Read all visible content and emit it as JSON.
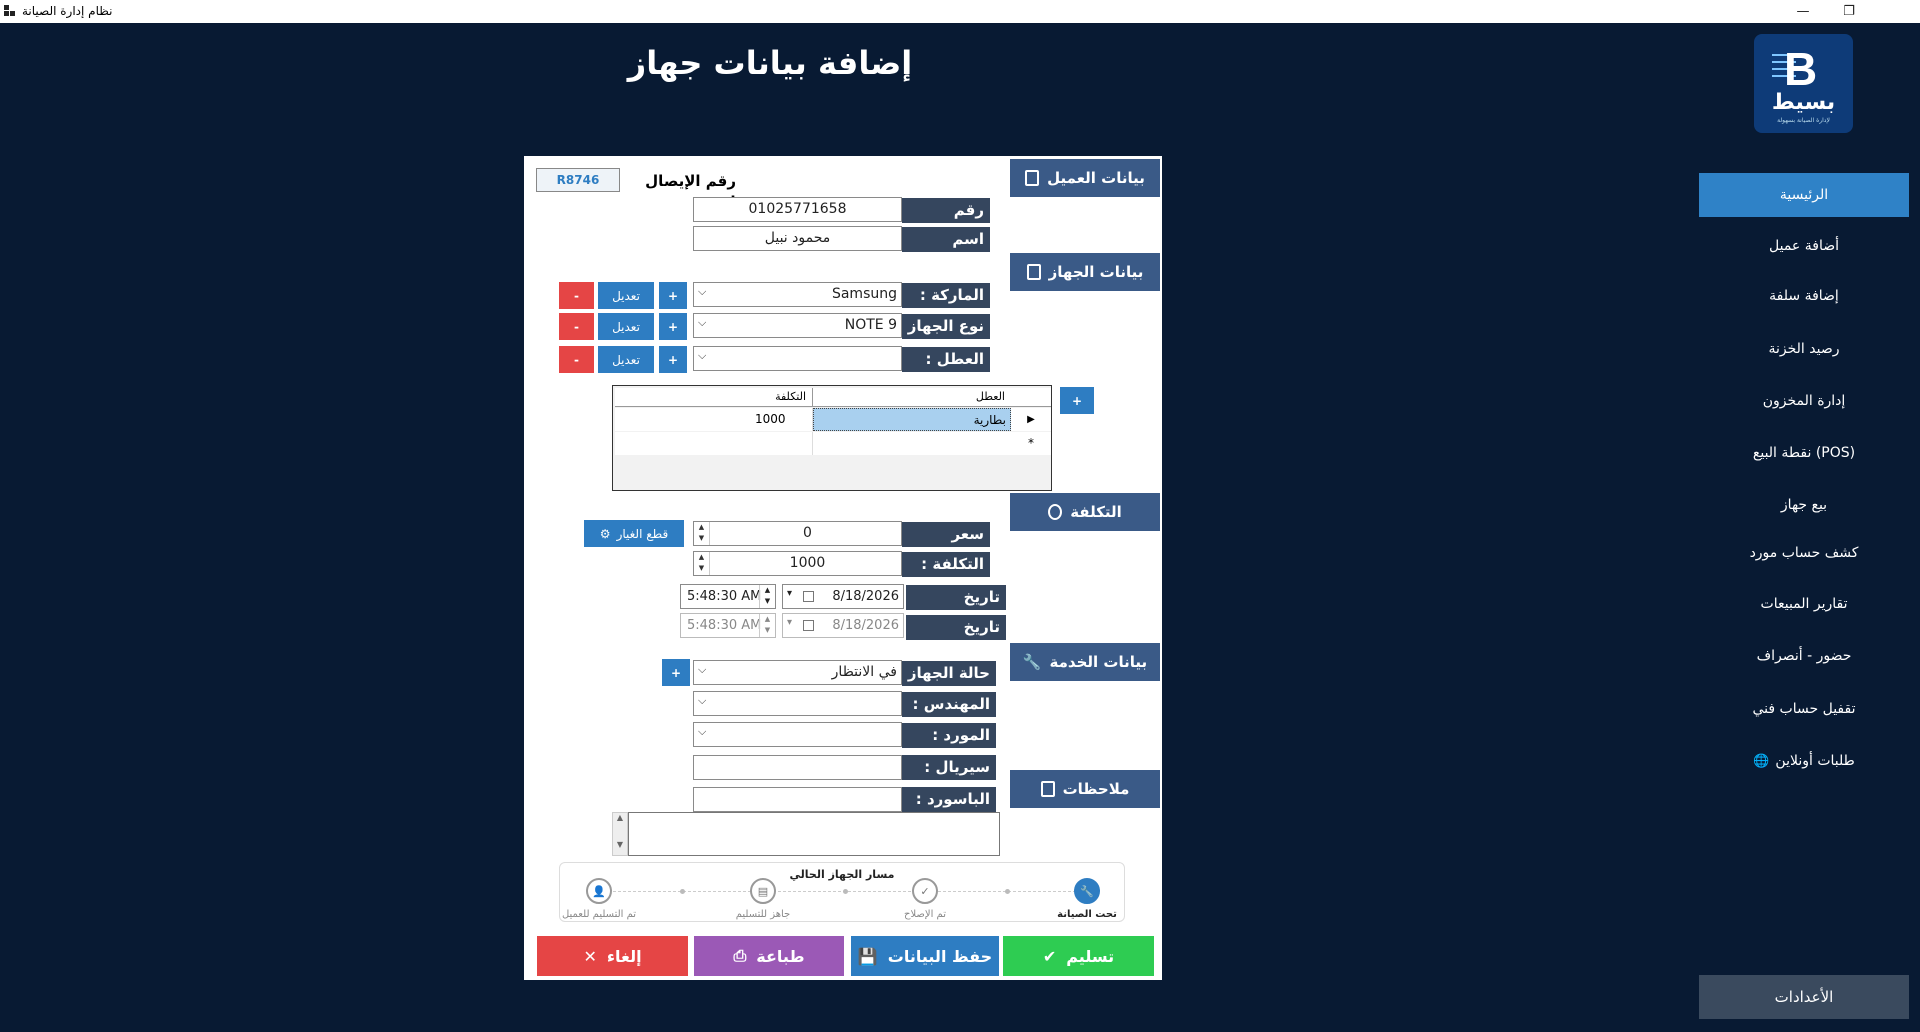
{
  "window": {
    "title": "نظام إدارة الصيانة",
    "minimize": "—",
    "restore": "❐"
  },
  "page": {
    "title": "إضافة بيانات جهاز"
  },
  "logo": {
    "name": "بسيط",
    "letter": "B",
    "tagline": "لإدارة الصيانة بسهولة"
  },
  "sidebar": {
    "items": [
      {
        "label": "الرئيسية"
      },
      {
        "label": "أضافة عميل"
      },
      {
        "label": "إضافة سلفة"
      },
      {
        "label": "رصيد الخزنة"
      },
      {
        "label": "إدارة المخزون"
      },
      {
        "label": "(POS) نقطة البيع"
      },
      {
        "label": "بيع جهاز"
      },
      {
        "label": "كشف حساب مورد"
      },
      {
        "label": "تقارير المبيعات"
      },
      {
        "label": "حضور - أنصراف"
      },
      {
        "label": "تقفيل حساب فني"
      },
      {
        "label": "طلبات أونلاين"
      }
    ],
    "settings": "الأعدادات"
  },
  "form": {
    "receipt_label": "رقم الإيصال :",
    "receipt_no": "R8746",
    "sections": {
      "customer": "بيانات العميل",
      "device": "بيانات الجهاز",
      "cost": "التكلفة",
      "service": "بيانات الخدمة",
      "notes": "ملاحظات"
    },
    "phone_label": "رقم الهاتف :",
    "phone": "01025771658",
    "name_label": "اسم العميل",
    "name": "محمود نبيل",
    "brand_label": "الماركة :",
    "brand": "Samsung",
    "type_label": "نوع الجهاز :",
    "type": "NOTE 9",
    "fault_label": "العطل :",
    "fault": "",
    "edit_label": "تعديل",
    "plus": "+",
    "minus": "-",
    "grid": {
      "col_fault": "العطل",
      "col_cost": "التكلفة",
      "rows": [
        {
          "fault": "بطارية",
          "cost": "1000"
        }
      ]
    },
    "part_price_label": "سعر القطعة",
    "part_price": "0",
    "cost_label": "التكلفة :",
    "cost": "1000",
    "spare_parts_btn": "قطع الغيار",
    "recv_date_label": "تاريخ الاستلام",
    "recv_date": "8/18/2026",
    "recv_time": "5:48:30 AM",
    "deliv_date_label": "تاريخ التسليم :",
    "deliv_date": "8/18/2026",
    "deliv_time": "5:48:30 AM",
    "status_label": "حالة الجهاز :",
    "status": "في الانتظار",
    "engineer_label": "المهندس :",
    "supplier_label": "المورد :",
    "serial_label": "سيريال :",
    "password_label": "الباسورد :"
  },
  "progress": {
    "title": "مسار الجهاز الحالي",
    "steps": [
      {
        "label": "تحت الصيانة"
      },
      {
        "label": "تم الإصلاح"
      },
      {
        "label": "جاهز للتسليم"
      },
      {
        "label": "تم التسليم للعميل"
      }
    ]
  },
  "actions": {
    "deliver": "تسليم",
    "save": "حفظ البيانات",
    "print": "طباعة",
    "cancel": "إلغاء"
  },
  "colors": {
    "background": "#081a33",
    "nav_active": "#2f82c7",
    "section_header": "#3a5a87",
    "field_label": "#35465e",
    "green": "#2ecc52",
    "blue": "#2e7dc2",
    "purple": "#9b59b6",
    "red": "#e54545"
  }
}
